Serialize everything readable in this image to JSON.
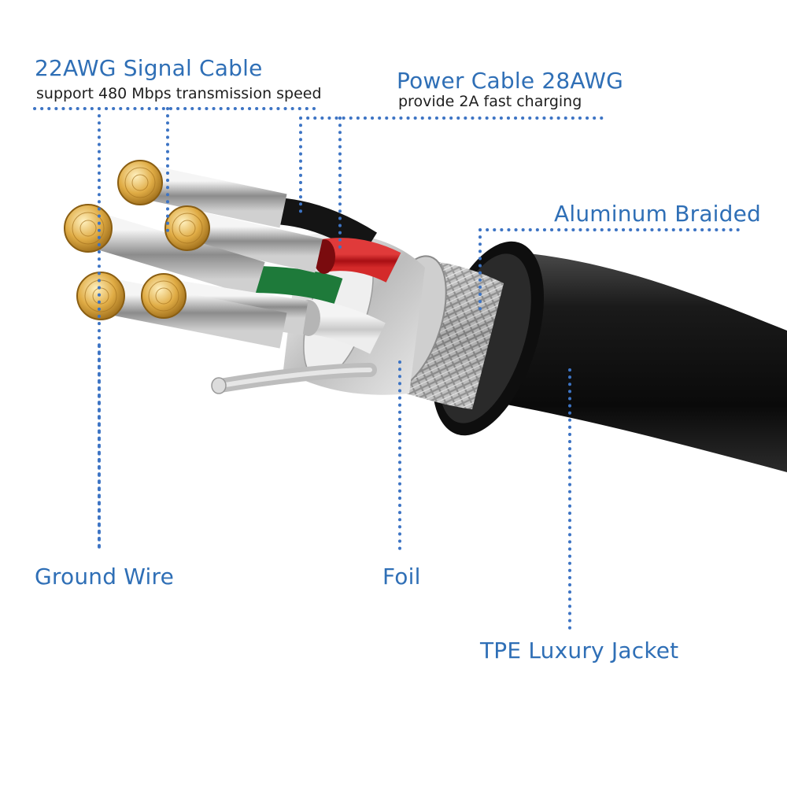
{
  "labels": {
    "signal_cable": {
      "title": "22AWG Signal Cable",
      "subtitle": "support 480 Mbps transmission speed"
    },
    "power_cable": {
      "title": "Power Cable 28AWG",
      "subtitle": "provide 2A fast charging"
    },
    "aluminum_braided": {
      "title": "Aluminum Braided"
    },
    "ground_wire": {
      "title": "Ground Wire"
    },
    "foil": {
      "title": "Foil"
    },
    "tpe_jacket": {
      "title": "TPE Luxury Jacket"
    }
  },
  "colors": {
    "label_blue": "#2f6fb6",
    "leader_dot": "#3d74c4",
    "jacket_black": "#151515",
    "power_red": "#c4161c",
    "signal_green": "#1e7a3a",
    "conductor_gold": "#d9a43a"
  }
}
